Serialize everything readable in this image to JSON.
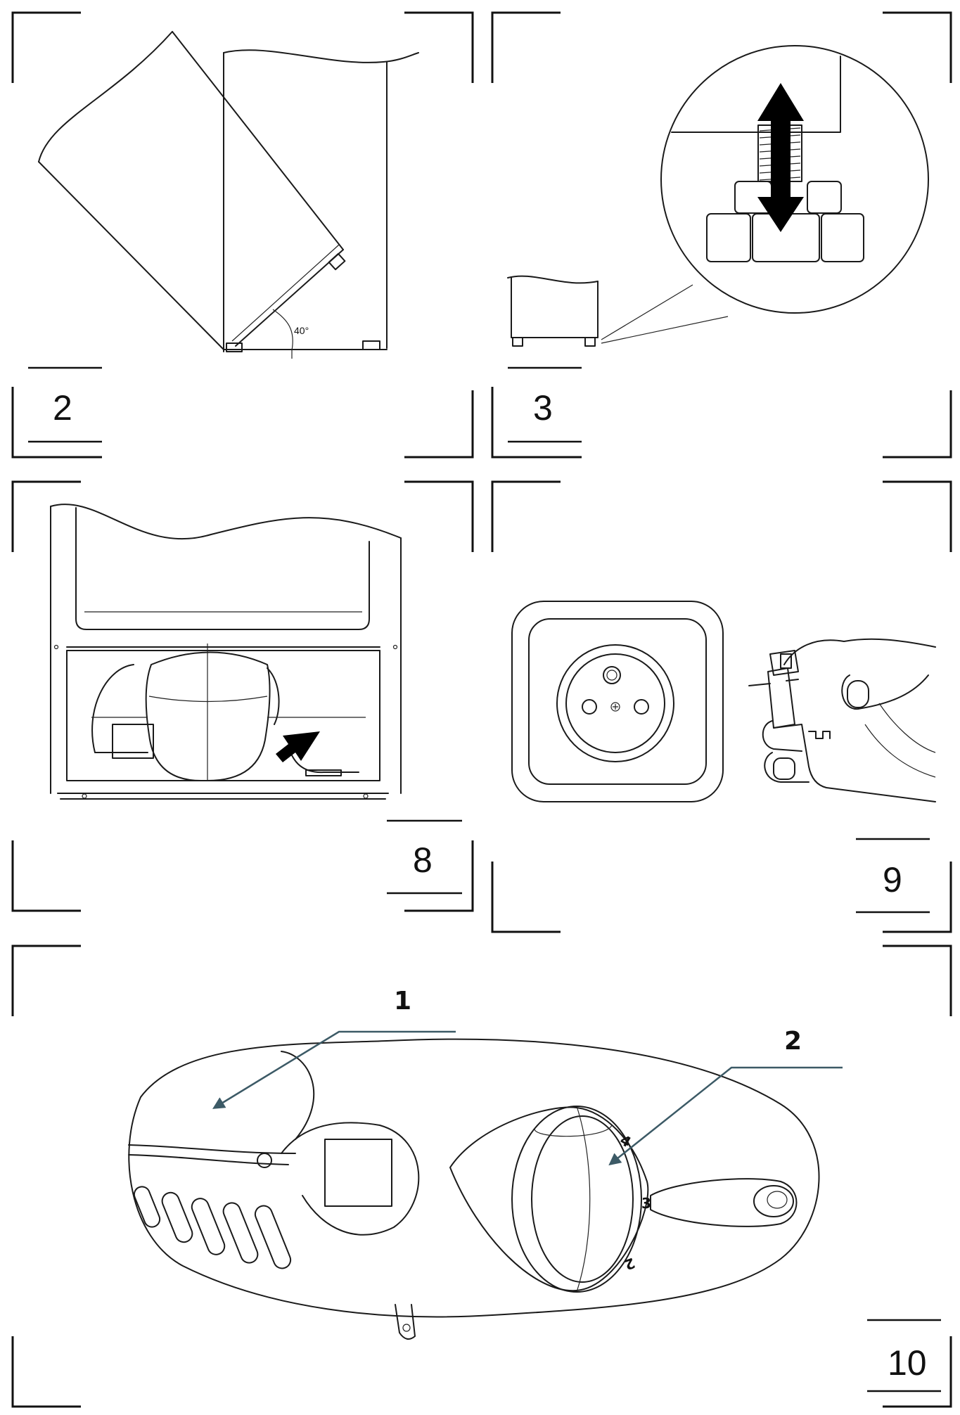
{
  "figures": [
    {
      "number": "2",
      "angle_label": "40°"
    },
    {
      "number": "3"
    },
    {
      "number": "8"
    },
    {
      "number": "9"
    },
    {
      "number": "10",
      "callouts": [
        "1",
        "2"
      ],
      "dial_marks": [
        "4",
        "3",
        "2"
      ]
    }
  ],
  "colors": {
    "line": "#1a1a1a",
    "leader": "#3c5a66",
    "background": "#ffffff"
  }
}
